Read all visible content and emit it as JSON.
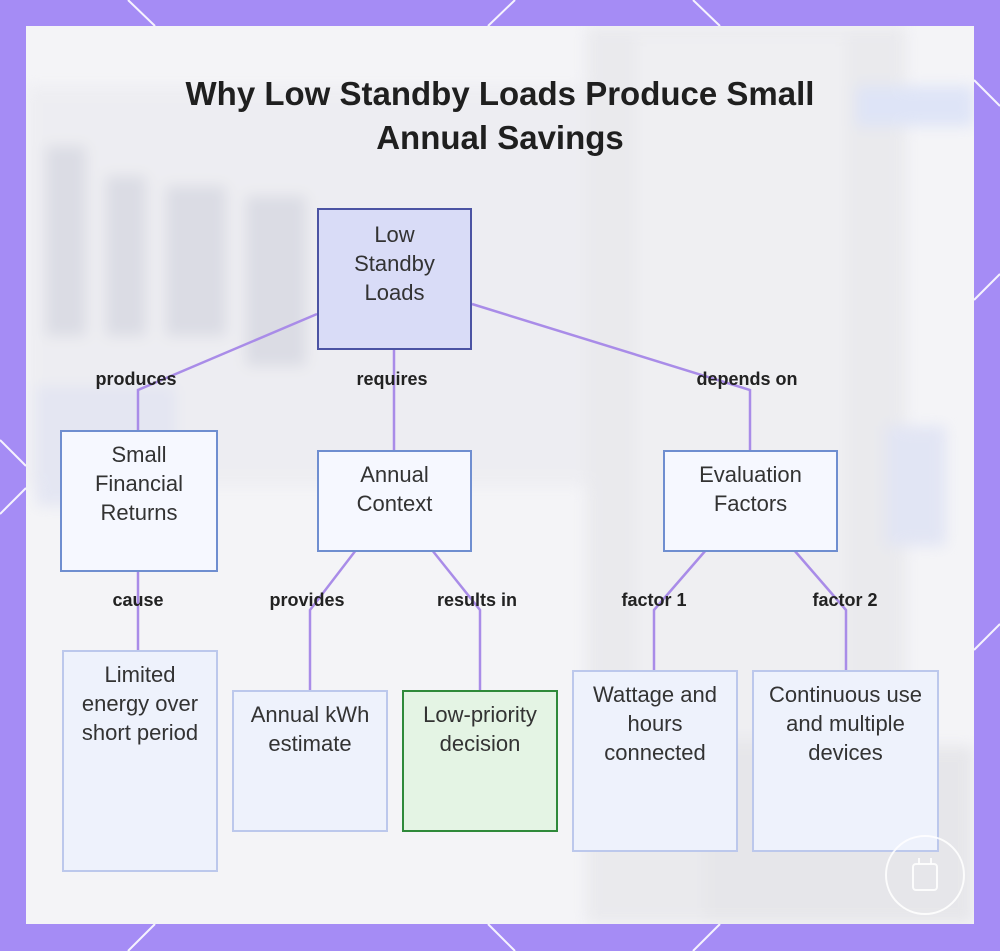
{
  "title": {
    "line1": "Why Low Standby Loads Produce Small",
    "line2": "Annual Savings"
  },
  "colors": {
    "frame": "#a58cf5",
    "edge": "#a98ce8",
    "root_fill": "#d9dcf7",
    "root_border": "#4b53a3",
    "highlight_fill": "#e4f4e4",
    "highlight_border": "#2f8a3a"
  },
  "nodes": {
    "root": "Low Standby Loads",
    "financial": "Small Financial Returns",
    "context": "Annual Context",
    "factors": "Evaluation Factors",
    "limited": "Limited energy over short period",
    "kwh": "Annual kWh estimate",
    "decision": "Low-priority decision",
    "wattage": "Wattage and hours connected",
    "continuous": "Continuous use and multiple devices"
  },
  "edges": {
    "produces": "produces",
    "requires": "requires",
    "depends_on": "depends on",
    "cause": "cause",
    "provides": "provides",
    "results_in": "results in",
    "factor1": "factor 1",
    "factor2": "factor 2"
  }
}
